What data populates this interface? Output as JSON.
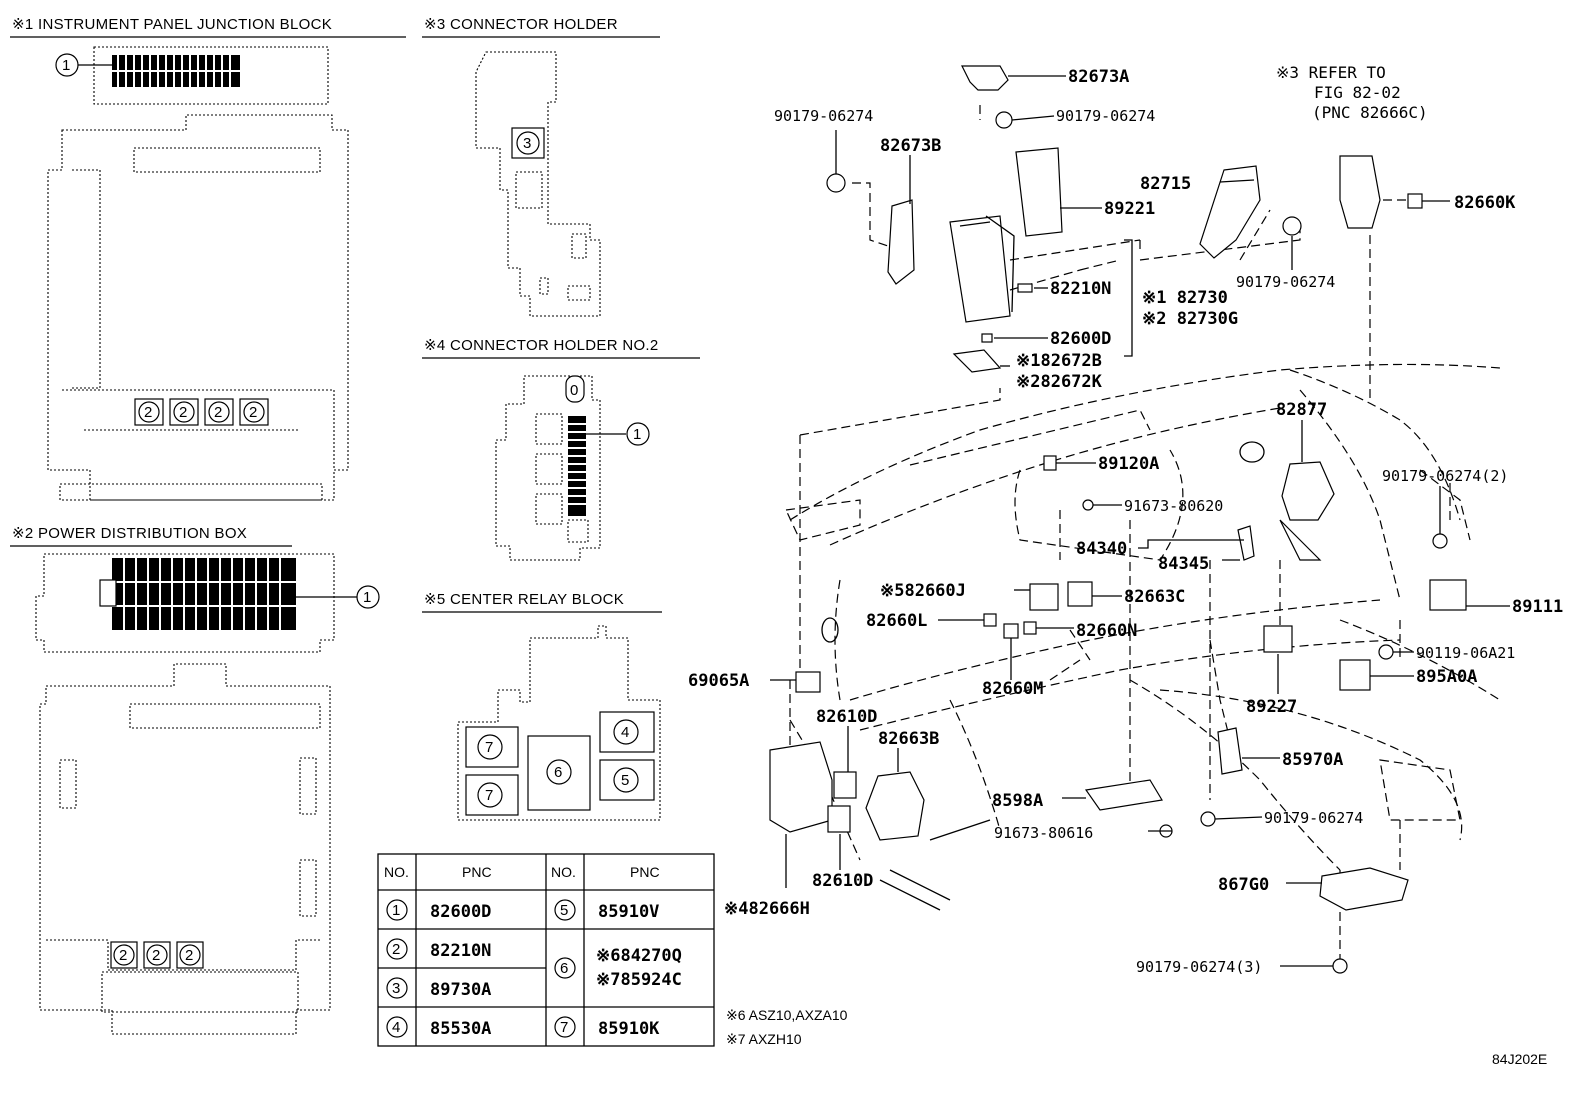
{
  "diagram_id": "84J202E",
  "sections": {
    "s1": "※1 INSTRUMENT PANEL JUNCTION BLOCK",
    "s2": "※2 POWER DISTRIBUTION BOX",
    "s3": "※3 CONNECTOR HOLDER",
    "s4": "※4 CONNECTOR HOLDER NO.2",
    "s5": "※5 CENTER RELAY BLOCK"
  },
  "callouts": {
    "c1": "1",
    "c2": "2",
    "c3": "3",
    "c4": "4",
    "c5": "5",
    "c6": "6",
    "c7": "7",
    "c0": "0"
  },
  "refer": {
    "line1": "※3 REFER TO",
    "line2": "FIG 82-02",
    "line3": "(PNC 82666C)"
  },
  "parts": [
    {
      "id": "p1",
      "label": "82673A"
    },
    {
      "id": "p2",
      "label": "90179-06274"
    },
    {
      "id": "p3",
      "label": "90179-06274"
    },
    {
      "id": "p4",
      "label": "82673B"
    },
    {
      "id": "p5",
      "label": "89221"
    },
    {
      "id": "p6",
      "label": "82715"
    },
    {
      "id": "p7",
      "label": "90179-06274"
    },
    {
      "id": "p8",
      "label": "82660K"
    },
    {
      "id": "p9",
      "label": "82210N"
    },
    {
      "id": "p10",
      "label": "※1 82730"
    },
    {
      "id": "p11",
      "label": "※2 82730G"
    },
    {
      "id": "p12",
      "label": "82600D"
    },
    {
      "id": "p13",
      "label": "※182672B"
    },
    {
      "id": "p14",
      "label": "※282672K"
    },
    {
      "id": "p15",
      "label": "82877"
    },
    {
      "id": "p16",
      "label": "90179-06274(2)"
    },
    {
      "id": "p17",
      "label": "89120A"
    },
    {
      "id": "p18",
      "label": "91673-80620"
    },
    {
      "id": "p19",
      "label": "84340"
    },
    {
      "id": "p20",
      "label": "84345"
    },
    {
      "id": "p21",
      "label": "※582660J"
    },
    {
      "id": "p22",
      "label": "82663C"
    },
    {
      "id": "p23",
      "label": "82660L"
    },
    {
      "id": "p24",
      "label": "82660N"
    },
    {
      "id": "p25",
      "label": "89111"
    },
    {
      "id": "p26",
      "label": "90119-06A21"
    },
    {
      "id": "p27",
      "label": "69065A"
    },
    {
      "id": "p28",
      "label": "82660M"
    },
    {
      "id": "p29",
      "label": "895A0A"
    },
    {
      "id": "p30",
      "label": "82610D"
    },
    {
      "id": "p31",
      "label": "82663B"
    },
    {
      "id": "p32",
      "label": "89227"
    },
    {
      "id": "p33",
      "label": "85970A"
    },
    {
      "id": "p34",
      "label": "8598A"
    },
    {
      "id": "p35",
      "label": "90179-06274"
    },
    {
      "id": "p36",
      "label": "91673-80616"
    },
    {
      "id": "p37",
      "label": "82610D"
    },
    {
      "id": "p38",
      "label": "867G0"
    },
    {
      "id": "p39",
      "label": "※482666H"
    },
    {
      "id": "p40",
      "label": "90179-06274(3)"
    }
  ],
  "table": {
    "headers": [
      "NO.",
      "PNC",
      "NO.",
      "PNC"
    ],
    "left": [
      {
        "no": "1",
        "pnc": "82600D"
      },
      {
        "no": "2",
        "pnc": "82210N"
      },
      {
        "no": "3",
        "pnc": "89730A"
      },
      {
        "no": "4",
        "pnc": "85530A"
      }
    ],
    "right": [
      {
        "no": "5",
        "pnc": "85910V"
      },
      {
        "no": "6",
        "pnc": "※684270Q",
        "pnc2": "※785924C"
      },
      {
        "no": "7",
        "pnc": "85910K"
      }
    ]
  },
  "notes": {
    "n6": "※6 ASZ10,AXZA10",
    "n7": "※7 AXZH10"
  }
}
